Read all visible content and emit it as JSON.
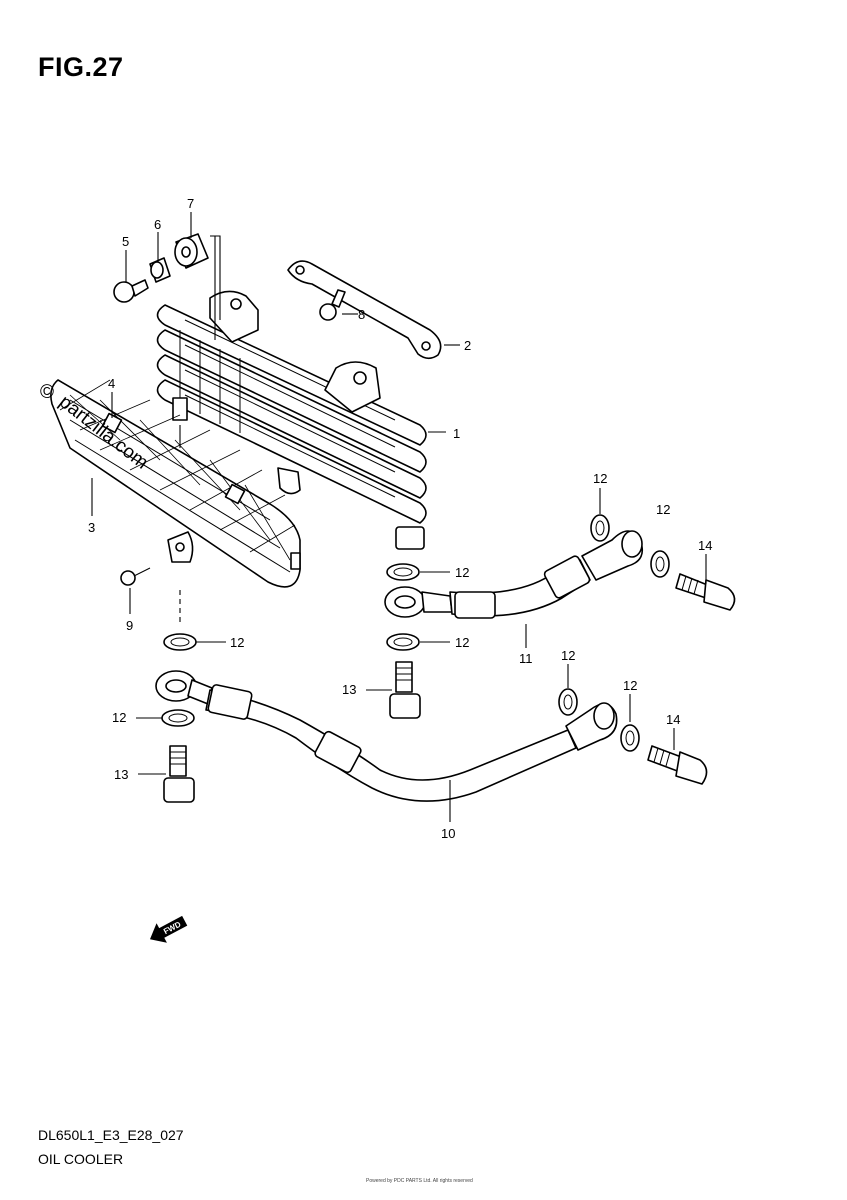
{
  "figure": {
    "title": "FIG.27"
  },
  "callouts": [
    "1",
    "2",
    "3",
    "4",
    "5",
    "6",
    "7",
    "8",
    "9",
    "10",
    "11",
    "12",
    "13",
    "14"
  ],
  "watermark": {
    "copyright": "©",
    "text": "partzilla.com"
  },
  "direction_marker": {
    "text": "FWD"
  },
  "footer": {
    "code": "DL650L1_E3_E28_027",
    "name": "OIL COOLER",
    "fine_print": "Powered by PDC PARTS Ltd. All rights reserved"
  }
}
